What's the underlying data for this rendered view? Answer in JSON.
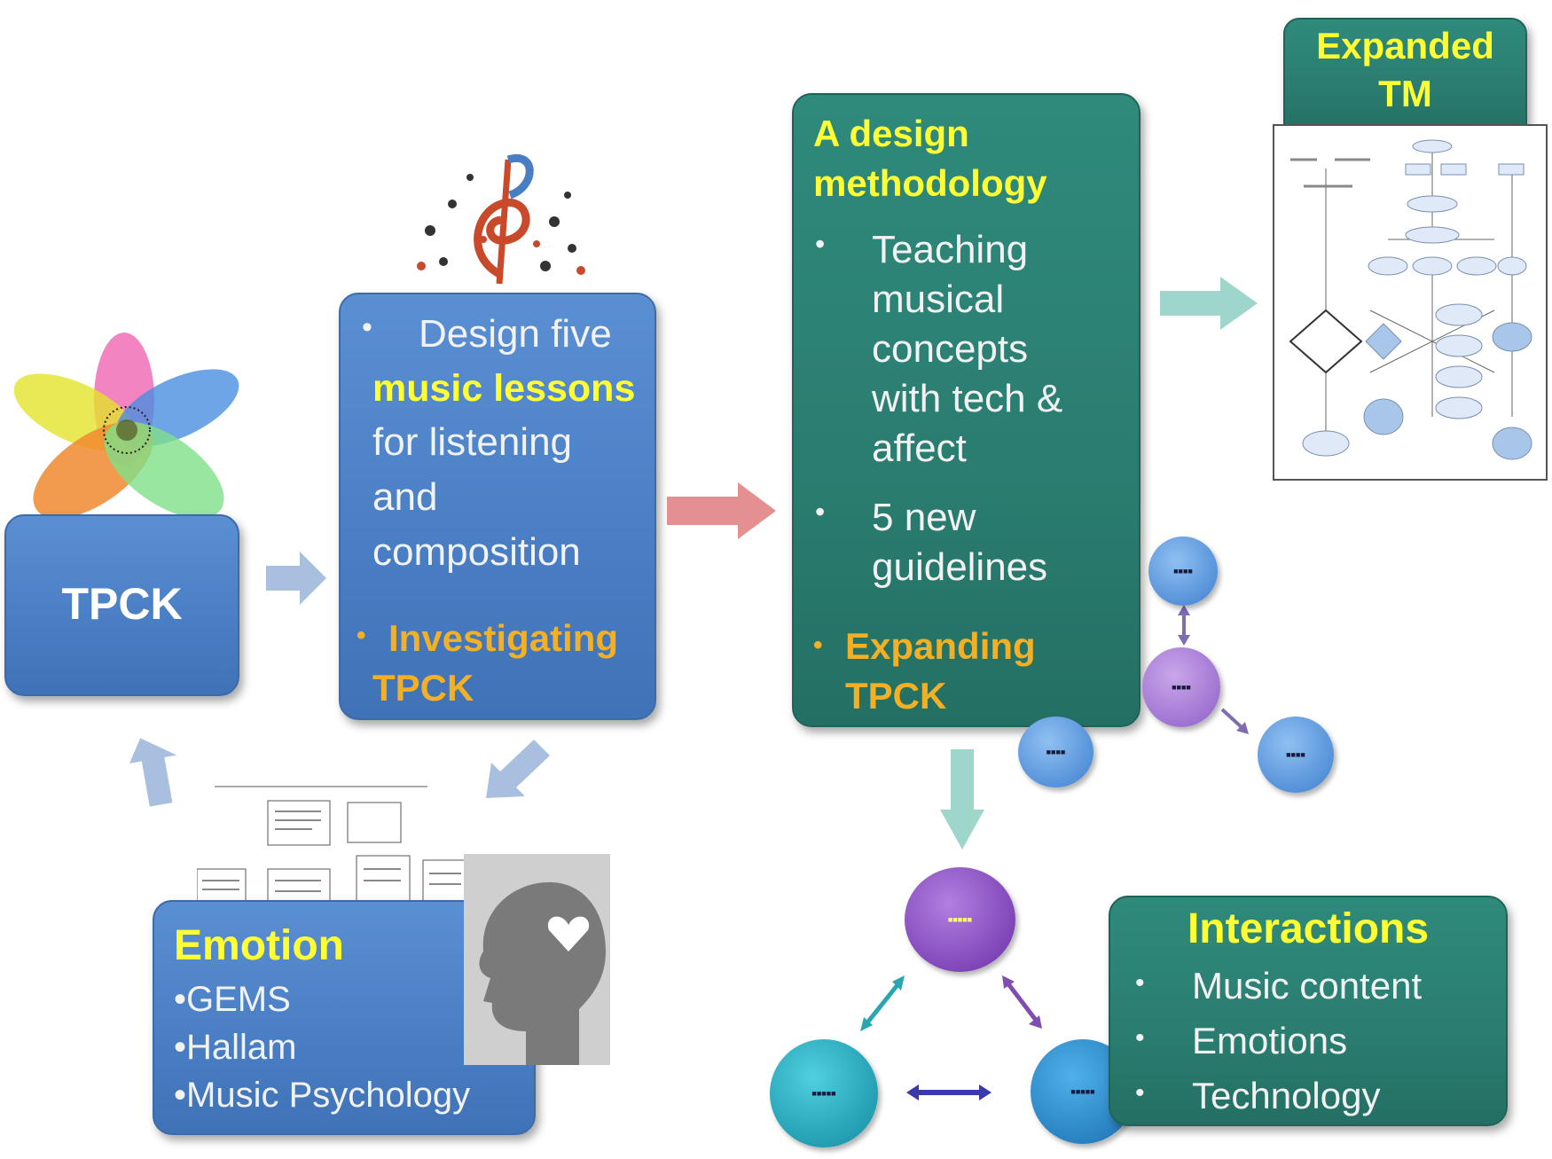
{
  "tpck": {
    "label": "TPCK"
  },
  "design": {
    "bullet1_prefix": "Design five",
    "highlight": "music lessons",
    "bullet1_rest_l1": "for listening",
    "bullet1_rest_l2": "and",
    "bullet1_rest_l3": "composition",
    "investigating_l1": "Investigating",
    "investigating_l2": "TPCK"
  },
  "methodology": {
    "title_l1": "A design",
    "title_l2": "methodology",
    "b1_l1": "Teaching",
    "b1_l2": "musical",
    "b1_l3": "concepts",
    "b1_l4": "with tech &",
    "b1_l5": "affect",
    "b2_l1": "5 new",
    "b2_l2": "guidelines",
    "expanding_l1": "Expanding",
    "expanding_l2": "TPCK"
  },
  "expanded_tm": {
    "title_l1": "Expanded",
    "title_l2": "TM"
  },
  "emotion": {
    "title": "Emotion",
    "items": [
      "GEMS",
      "Hallam",
      "Music Psychology"
    ]
  },
  "interactions": {
    "title": "Interactions",
    "items": [
      "Music content",
      "Emotions",
      "Technology"
    ]
  },
  "colors": {
    "blue_box": "#4a7ec4",
    "teal_box": "#2a7d70",
    "highlight_yellow": "#ffff33",
    "highlight_orange": "#f4b024"
  }
}
